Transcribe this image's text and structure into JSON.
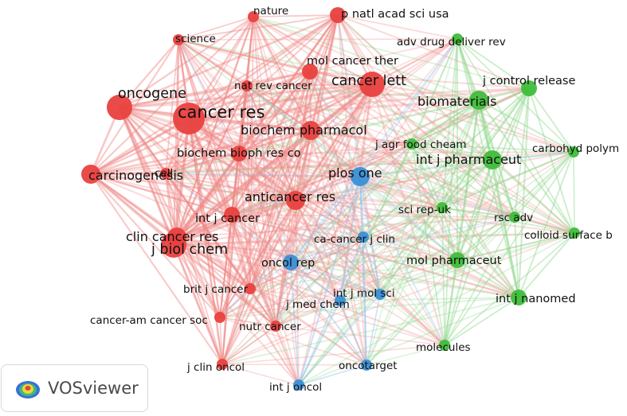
{
  "clusters": {
    "red": "#e8413f",
    "green": "#3fbd3a",
    "blue": "#3b8fd6",
    "edge_red": "#f08a88",
    "edge_green": "#8fd88b",
    "edge_blue": "#8fc0ea"
  },
  "nodes": [
    {
      "id": "nature",
      "label": "nature",
      "cluster": "red",
      "weight": 2
    },
    {
      "id": "pnas",
      "label": "p natl acad sci usa",
      "cluster": "red",
      "weight": 3
    },
    {
      "id": "science",
      "label": "science",
      "cluster": "red",
      "weight": 2
    },
    {
      "id": "molcancerther",
      "label": "mol cancer ther",
      "cluster": "red",
      "weight": 3
    },
    {
      "id": "cancerlett",
      "label": "cancer lett",
      "cluster": "red",
      "weight": 5
    },
    {
      "id": "oncogene",
      "label": "oncogene",
      "cluster": "red",
      "weight": 5
    },
    {
      "id": "natrevcancer",
      "label": "nat rev cancer",
      "cluster": "red",
      "weight": 2
    },
    {
      "id": "cancerres",
      "label": "cancer res",
      "cluster": "red",
      "weight": 6
    },
    {
      "id": "biochempharmacol",
      "label": "biochem pharmacol",
      "cluster": "red",
      "weight": 4
    },
    {
      "id": "biochembiophres",
      "label": "biochem bioph res co",
      "cluster": "red",
      "weight": 3
    },
    {
      "id": "carcinogenesis",
      "label": "carcinogenesis",
      "cluster": "red",
      "weight": 4
    },
    {
      "id": "cell",
      "label": "cell",
      "cluster": "red",
      "weight": 2
    },
    {
      "id": "anticancerres",
      "label": "anticancer res",
      "cluster": "red",
      "weight": 4
    },
    {
      "id": "intjcancer",
      "label": "int j cancer",
      "cluster": "red",
      "weight": 3
    },
    {
      "id": "jbiolchem",
      "label": "j biol chem",
      "cluster": "red",
      "weight": 5
    },
    {
      "id": "clincancerres",
      "label": "clin cancer res",
      "cluster": "red",
      "weight": 4
    },
    {
      "id": "britjcancer",
      "label": "brit j cancer",
      "cluster": "red",
      "weight": 2
    },
    {
      "id": "canceramcancersoc",
      "label": "cancer-am cancer soc",
      "cluster": "red",
      "weight": 2
    },
    {
      "id": "nutrcancer",
      "label": "nutr cancer",
      "cluster": "red",
      "weight": 2
    },
    {
      "id": "jclinoncol",
      "label": "j clin oncol",
      "cluster": "red",
      "weight": 2
    },
    {
      "id": "advdrugdeliverrev",
      "label": "adv drug deliver rev",
      "cluster": "green",
      "weight": 2
    },
    {
      "id": "jcontrolrelease",
      "label": "j control release",
      "cluster": "green",
      "weight": 3
    },
    {
      "id": "biomaterials",
      "label": "biomaterials",
      "cluster": "green",
      "weight": 4
    },
    {
      "id": "jagrfoodcheam",
      "label": "j agr food cheam",
      "cluster": "green",
      "weight": 2
    },
    {
      "id": "carbohydpolym",
      "label": "carbohyd polym",
      "cluster": "green",
      "weight": 2
    },
    {
      "id": "intjpharmaceut",
      "label": "int j pharmaceut",
      "cluster": "green",
      "weight": 4
    },
    {
      "id": "scirepuk",
      "label": "sci rep-uk",
      "cluster": "green",
      "weight": 2
    },
    {
      "id": "rscadv",
      "label": "rsc adv",
      "cluster": "green",
      "weight": 2
    },
    {
      "id": "colloidsurfaceb",
      "label": "colloid surface b",
      "cluster": "green",
      "weight": 2
    },
    {
      "id": "molpharmaceut",
      "label": "mol pharmaceut",
      "cluster": "green",
      "weight": 3
    },
    {
      "id": "intjnanomed",
      "label": "int j nanomed",
      "cluster": "green",
      "weight": 3
    },
    {
      "id": "molecules",
      "label": "molecules",
      "cluster": "green",
      "weight": 2
    },
    {
      "id": "plosone",
      "label": "plos one",
      "cluster": "blue",
      "weight": 4
    },
    {
      "id": "cacancerjclin",
      "label": "ca-cancer j clin",
      "cluster": "blue",
      "weight": 2
    },
    {
      "id": "oncolrep",
      "label": "oncol rep",
      "cluster": "blue",
      "weight": 3
    },
    {
      "id": "intjmolsci",
      "label": "int j mol sci",
      "cluster": "blue",
      "weight": 2
    },
    {
      "id": "jmedchem",
      "label": "j med chem",
      "cluster": "blue",
      "weight": 2
    },
    {
      "id": "oncotarget",
      "label": "oncotarget",
      "cluster": "blue",
      "weight": 2
    },
    {
      "id": "intjoncol",
      "label": "int j oncol",
      "cluster": "blue",
      "weight": 2
    }
  ],
  "logo": {
    "text": "VOSviewer"
  }
}
